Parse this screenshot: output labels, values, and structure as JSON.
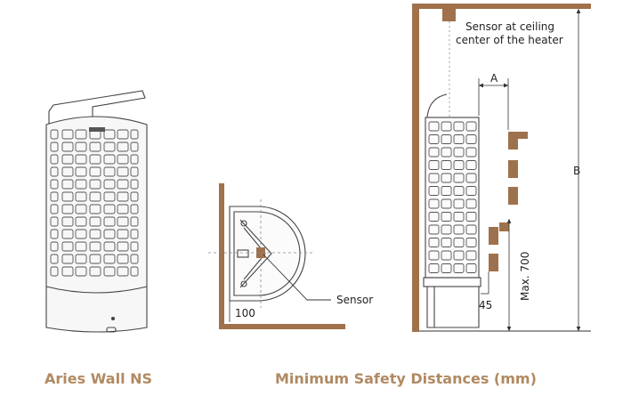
{
  "colors": {
    "wood": "#a0714a",
    "caption": "#b08a63",
    "line": "#333333",
    "grid": "#555555",
    "dashed": "#888888"
  },
  "captions": {
    "product": "Aries Wall NS",
    "safety": "Minimum Safety Distances (mm)"
  },
  "top_view": {
    "sensor_label": "Sensor",
    "distance_label": "100"
  },
  "side_view": {
    "sensor_note_line1": "Sensor at ceiling",
    "sensor_note_line2": "center of the heater",
    "dim_a": "A",
    "dim_b": "B",
    "dim_45": "45",
    "dim_max700": "Max. 700"
  }
}
